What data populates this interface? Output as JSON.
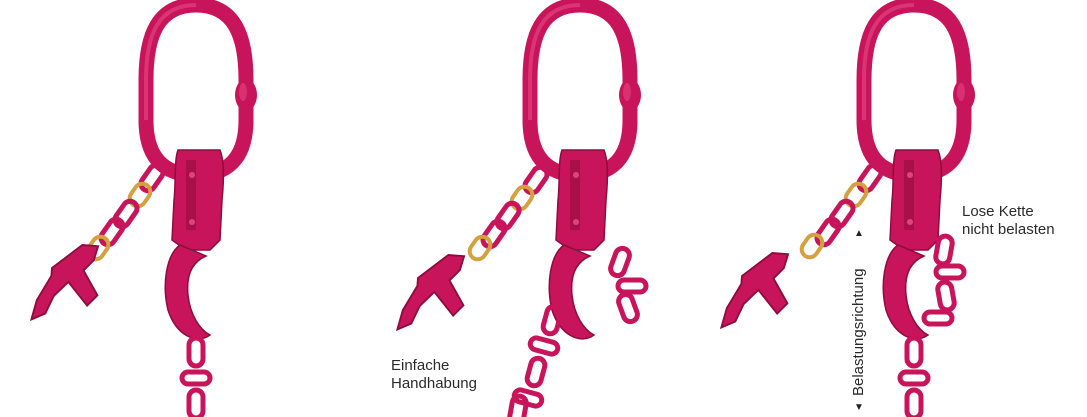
{
  "colors": {
    "chain": "#c8145a",
    "chain_dark": "#8e0c3e",
    "chain_light": "#e2427f",
    "connector": "#d4a040",
    "text": "#2a2a2a"
  },
  "figures": [
    {
      "id": "figure-1",
      "state": "hook-open"
    },
    {
      "id": "figure-2",
      "state": "chain-in-hook"
    },
    {
      "id": "figure-3",
      "state": "loose-chain"
    }
  ],
  "labels": {
    "einfache_line1": "Einfache",
    "einfache_line2": "Handhabung",
    "lose_line1": "Lose Kette",
    "lose_line2": "nicht belasten",
    "belastung": "Belastungsrichtung",
    "arrow_up": "▲",
    "arrow_down": "▼"
  }
}
